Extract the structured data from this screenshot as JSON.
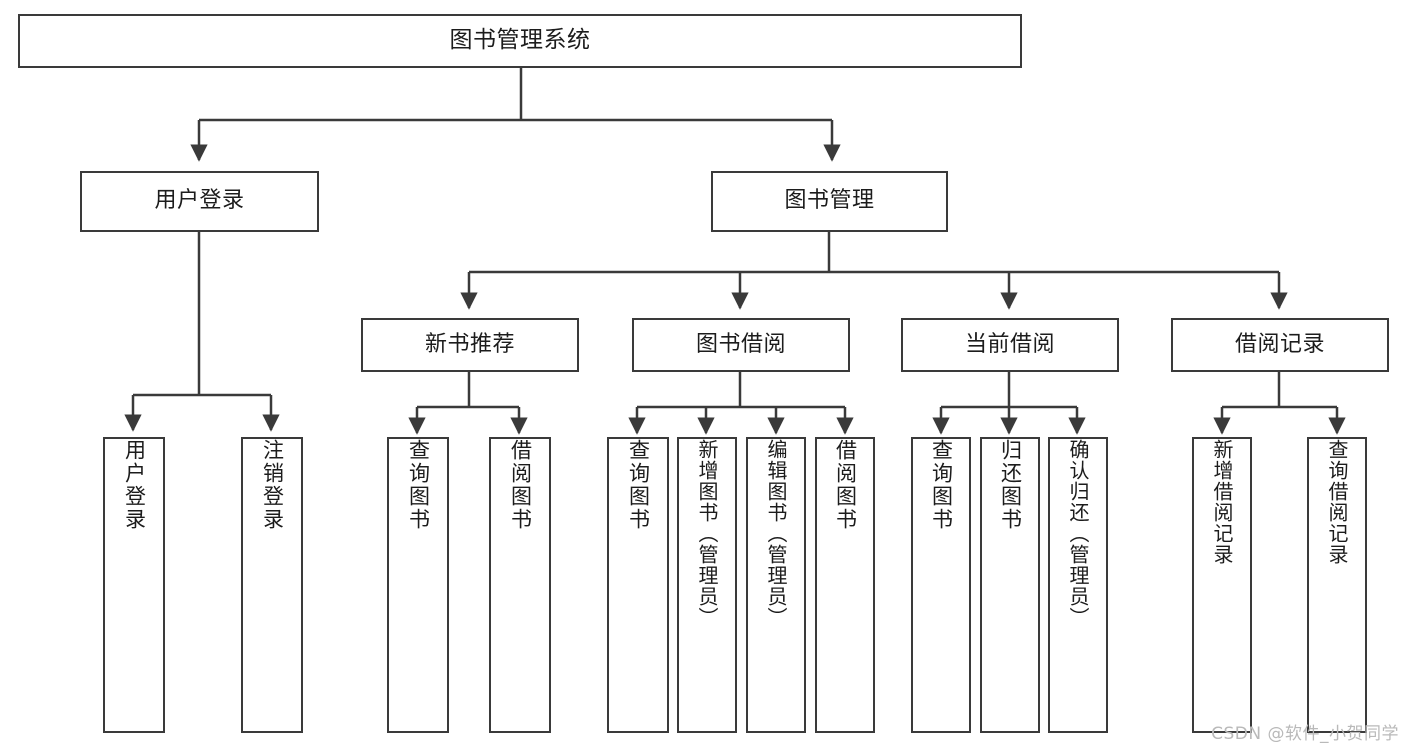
{
  "diagram": {
    "type": "tree-hierarchy",
    "title": "图书管理系统",
    "watermark": "CSDN @软件_小贺同学",
    "colors": {
      "stroke": "#3a3a3a",
      "background": "#ffffff",
      "text": "#1c1c1c",
      "watermark": "#b9b9b9"
    },
    "nodes": {
      "root": {
        "label": "图书管理系统"
      },
      "level2": [
        {
          "label": "用户登录"
        },
        {
          "label": "图书管理"
        }
      ],
      "level3": [
        {
          "label": "新书推荐"
        },
        {
          "label": "图书借阅"
        },
        {
          "label": "当前借阅"
        },
        {
          "label": "借阅记录"
        }
      ],
      "leaves_user_login": [
        {
          "label": "用户登录"
        },
        {
          "label": "注销登录"
        }
      ],
      "leaves_new_book": [
        {
          "label": "查询图书"
        },
        {
          "label": "借阅图书"
        }
      ],
      "leaves_borrow": [
        {
          "label": "查询图书"
        },
        {
          "label": "新增图书（管理员）"
        },
        {
          "label": "编辑图书（管理员）"
        },
        {
          "label": "借阅图书"
        }
      ],
      "leaves_current": [
        {
          "label": "查询图书"
        },
        {
          "label": "归还图书"
        },
        {
          "label": "确认归还（管理员）"
        }
      ],
      "leaves_records": [
        {
          "label": "新增借阅记录"
        },
        {
          "label": "查询借阅记录"
        }
      ]
    }
  }
}
